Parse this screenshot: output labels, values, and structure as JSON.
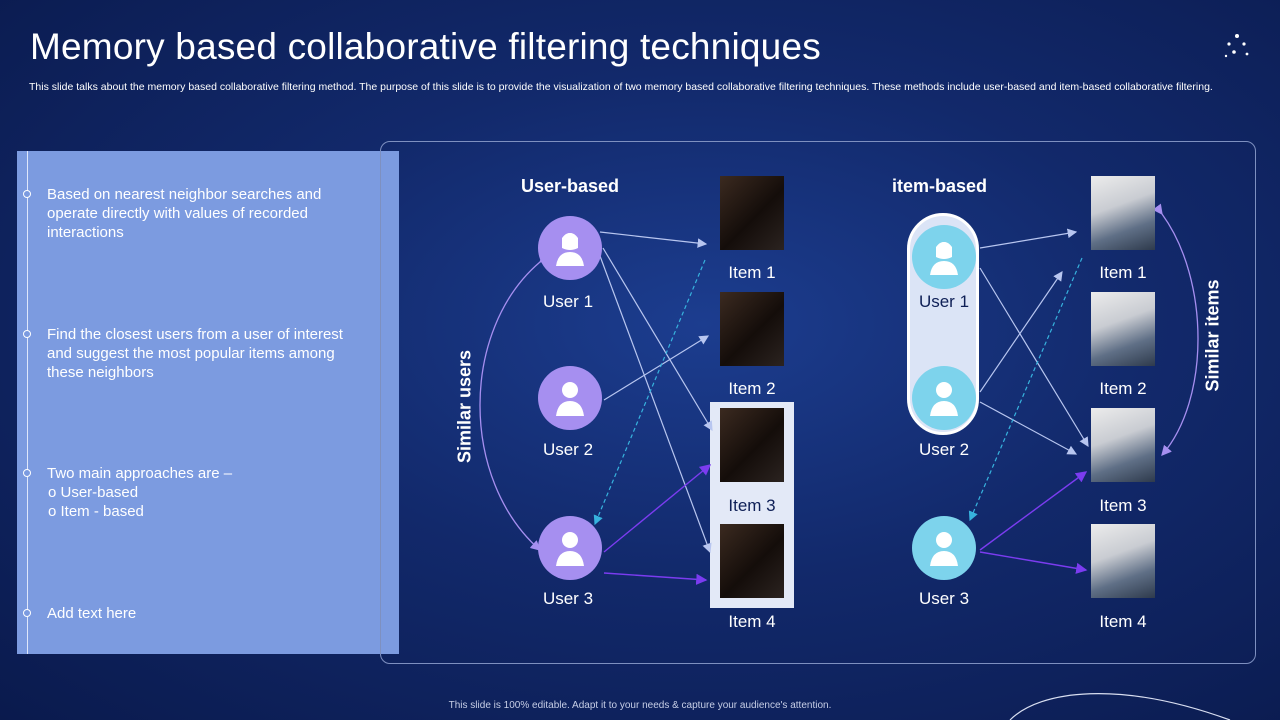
{
  "header": {
    "title": "Memory based collaborative filtering techniques",
    "subtitle": "This slide talks about the memory based collaborative filtering method. The purpose of this slide is to provide the visualization of two memory based collaborative filtering techniques. These methods include user-based and item-based collaborative filtering."
  },
  "left_panel": {
    "bullets": [
      "Based on nearest neighbor searches and operate directly with values of recorded interactions",
      "Find the closest users from a user of interest and suggest the most popular items among these neighbors",
      "Two main approaches are –",
      "Add text here"
    ],
    "sub_items": [
      "o  User-based",
      "o  Item  - based"
    ]
  },
  "user_based": {
    "heading": "User-based",
    "side_label": "Similar users",
    "users": [
      "User 1",
      "User 2",
      "User 3"
    ],
    "items": [
      "Item 1",
      "Item 2",
      "Item 3",
      "Item 4"
    ]
  },
  "item_based": {
    "heading": "item-based",
    "side_label": "Similar items",
    "users": [
      "User 1",
      "User 2",
      "User 3"
    ],
    "items": [
      "Item 1",
      "Item 2",
      "Item 3",
      "Item 4"
    ]
  },
  "footer": "This slide is 100% editable. Adapt it to your needs & capture your audience's attention.",
  "colors": {
    "panel": "#7c9be0",
    "user_purple": "#a68ff0",
    "user_cyan": "#7dd3ec",
    "arrow_light": "#b8c6f0",
    "arrow_violet": "#7b3cf0",
    "arrow_cyan": "#37b3de"
  }
}
